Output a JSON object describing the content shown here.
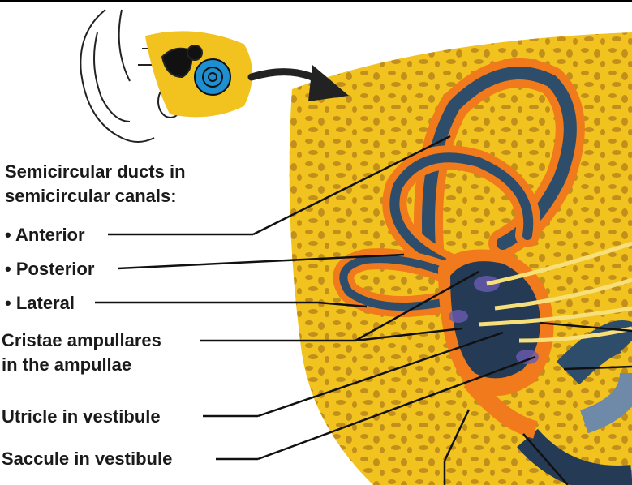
{
  "heading": {
    "line1": "Semicircular ducts in",
    "line2": "semicircular canals:"
  },
  "labels": {
    "anterior": "• Anterior",
    "posterior": "• Posterior",
    "lateral": "• Lateral",
    "cristae_line1": "Cristae ampullares",
    "cristae_line2": "in the ampullae",
    "utricle": "Utricle in vestibule",
    "saccule": "Saccule in vestibule"
  },
  "colors": {
    "bone": "#F2C21E",
    "bone_pore": "#B8861A",
    "canal": "#F07A1C",
    "duct": "#2E4D6B",
    "nerve": "#F7E07A",
    "leader": "#111111"
  }
}
